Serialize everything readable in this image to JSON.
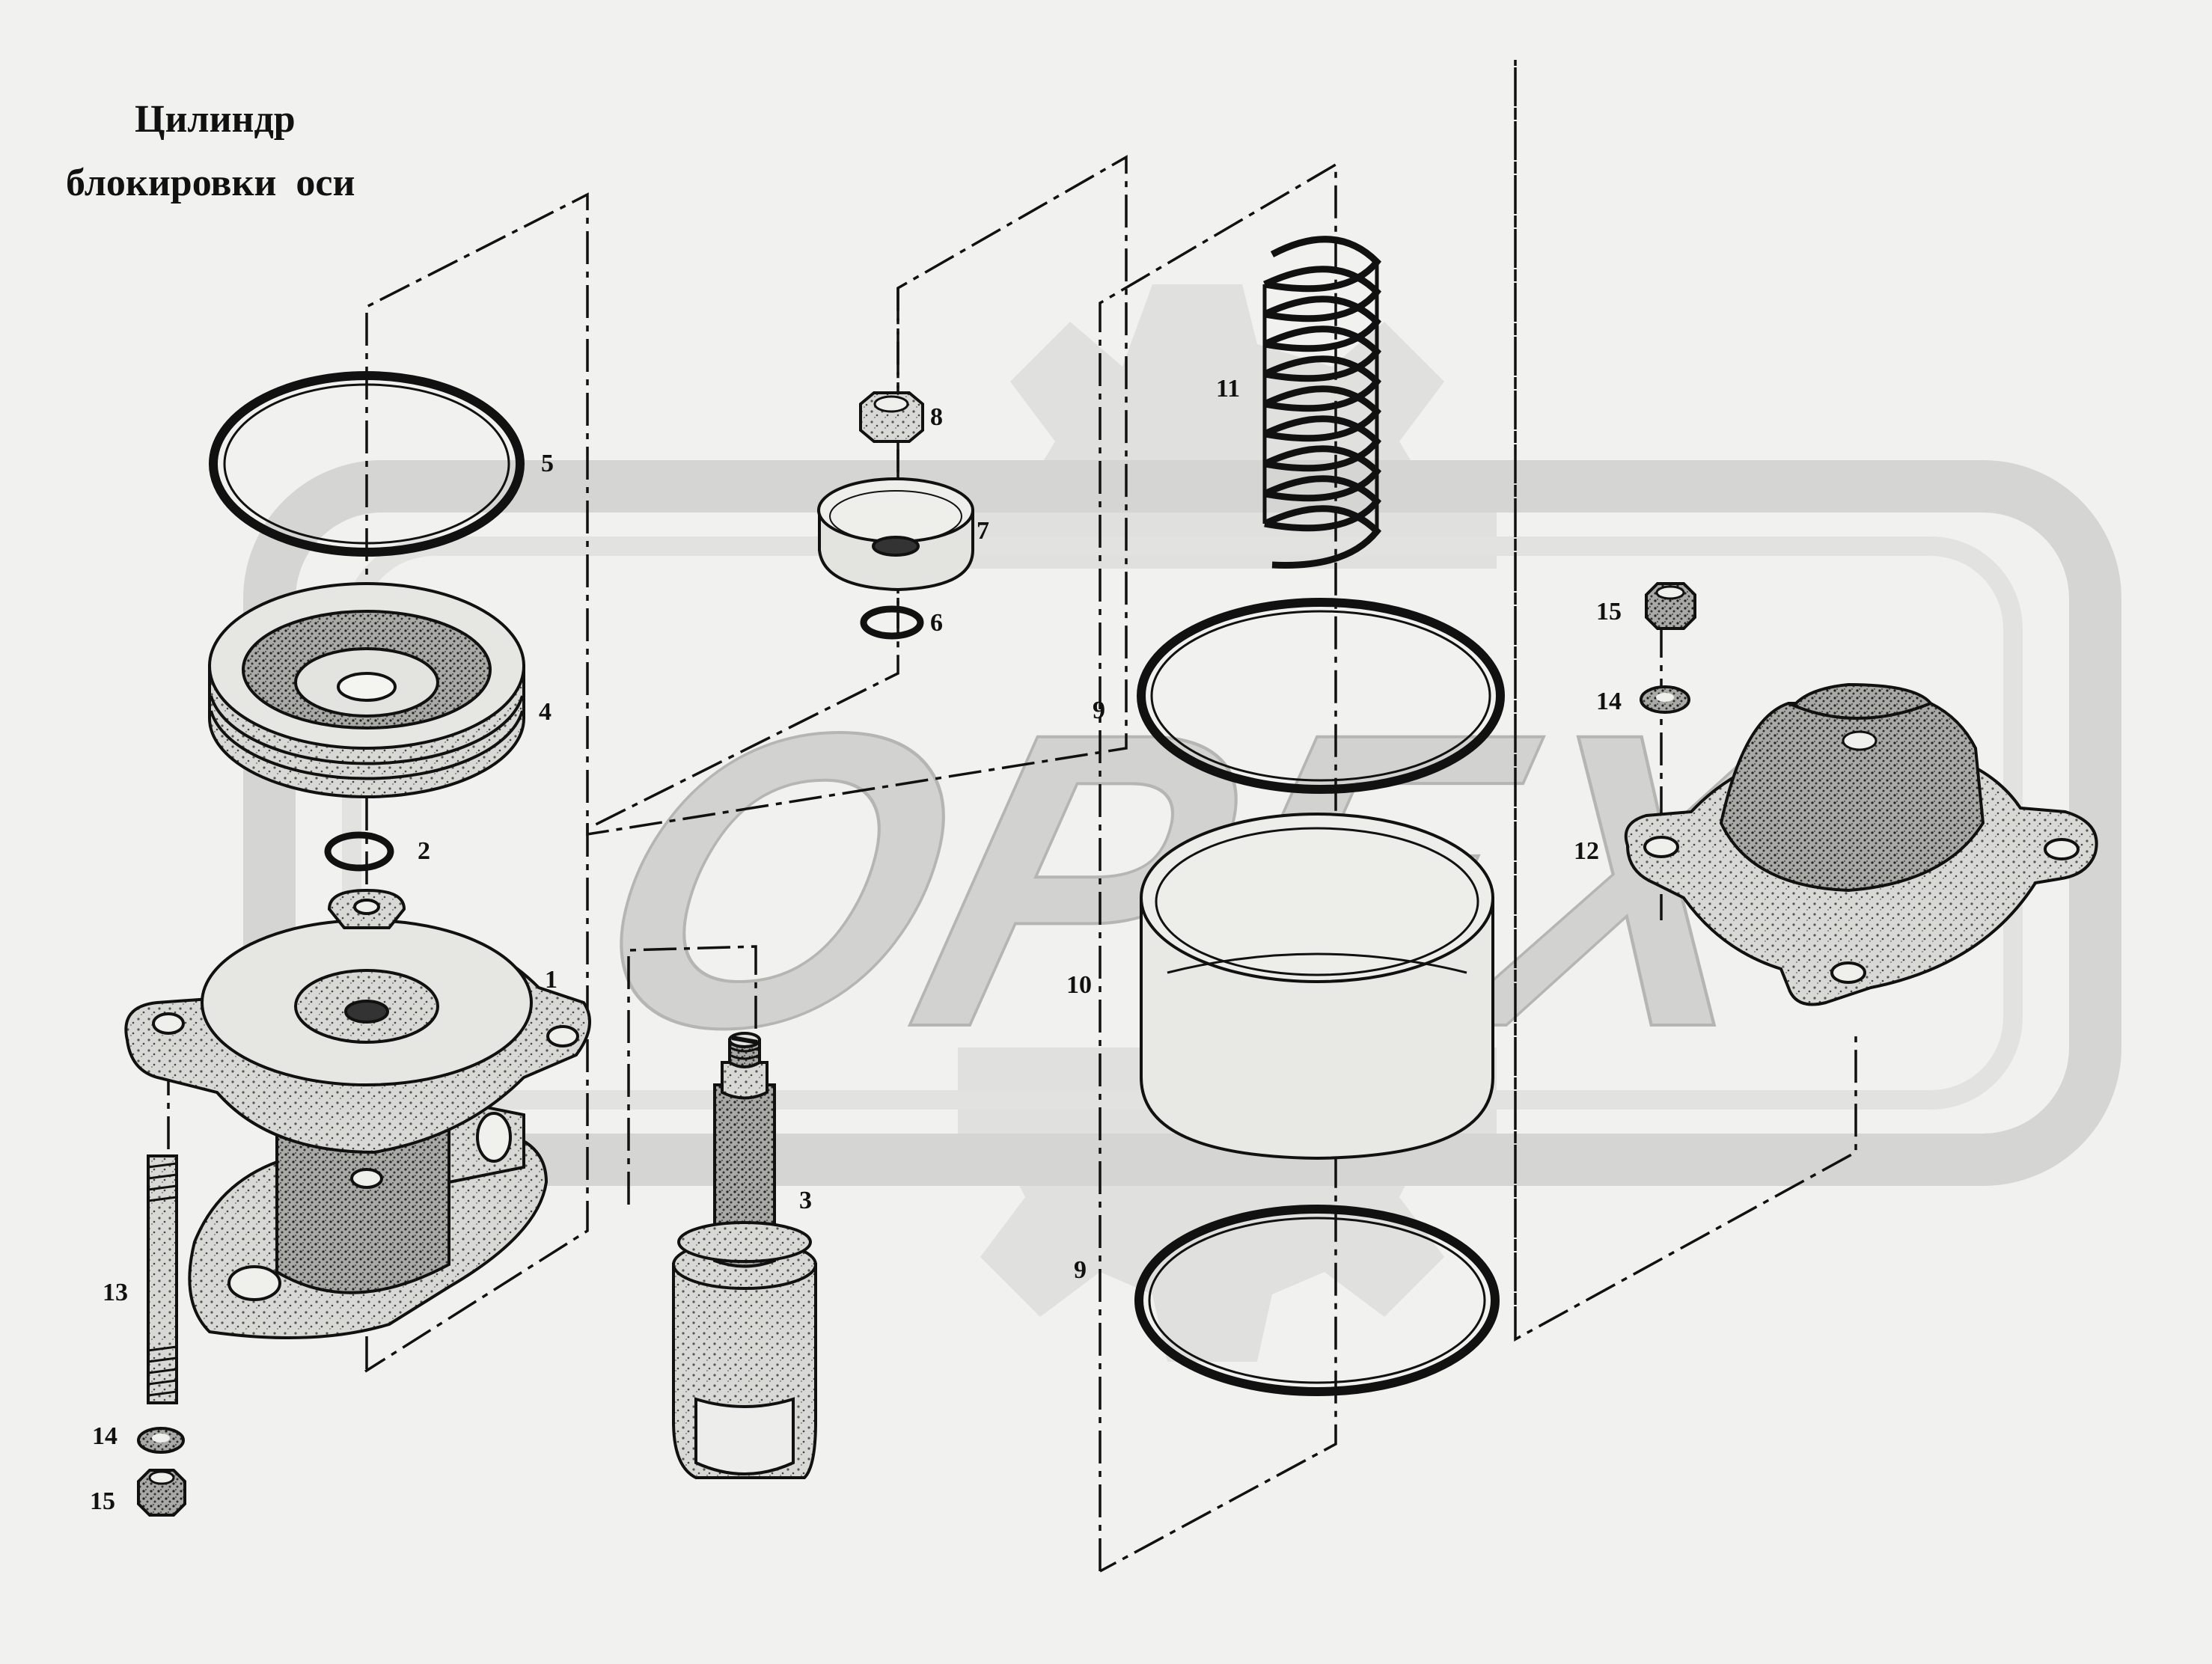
{
  "title": {
    "line1": "Цилиндр",
    "line2": "блокировки  оси"
  },
  "watermark": {
    "text": "OPEX",
    "color": "#d2d2d0",
    "gear_color": "#e0e0de"
  },
  "colors": {
    "background": "#f1f1ef",
    "ink": "#111111",
    "part_fill": "#d9d9d6",
    "part_fill_dark": "#9d9d99"
  },
  "callouts": [
    {
      "id": "callout-1",
      "label": "1"
    },
    {
      "id": "callout-2",
      "label": "2"
    },
    {
      "id": "callout-3",
      "label": "3"
    },
    {
      "id": "callout-4",
      "label": "4"
    },
    {
      "id": "callout-5",
      "label": "5"
    },
    {
      "id": "callout-6",
      "label": "6"
    },
    {
      "id": "callout-7",
      "label": "7"
    },
    {
      "id": "callout-8",
      "label": "8"
    },
    {
      "id": "callout-9-upper",
      "label": "9"
    },
    {
      "id": "callout-9-lower",
      "label": "9"
    },
    {
      "id": "callout-10",
      "label": "10"
    },
    {
      "id": "callout-11",
      "label": "11"
    },
    {
      "id": "callout-12",
      "label": "12"
    },
    {
      "id": "callout-13",
      "label": "13"
    },
    {
      "id": "callout-14-left",
      "label": "14"
    },
    {
      "id": "callout-14-right",
      "label": "14"
    },
    {
      "id": "callout-15-left",
      "label": "15"
    },
    {
      "id": "callout-15-right",
      "label": "15"
    }
  ]
}
